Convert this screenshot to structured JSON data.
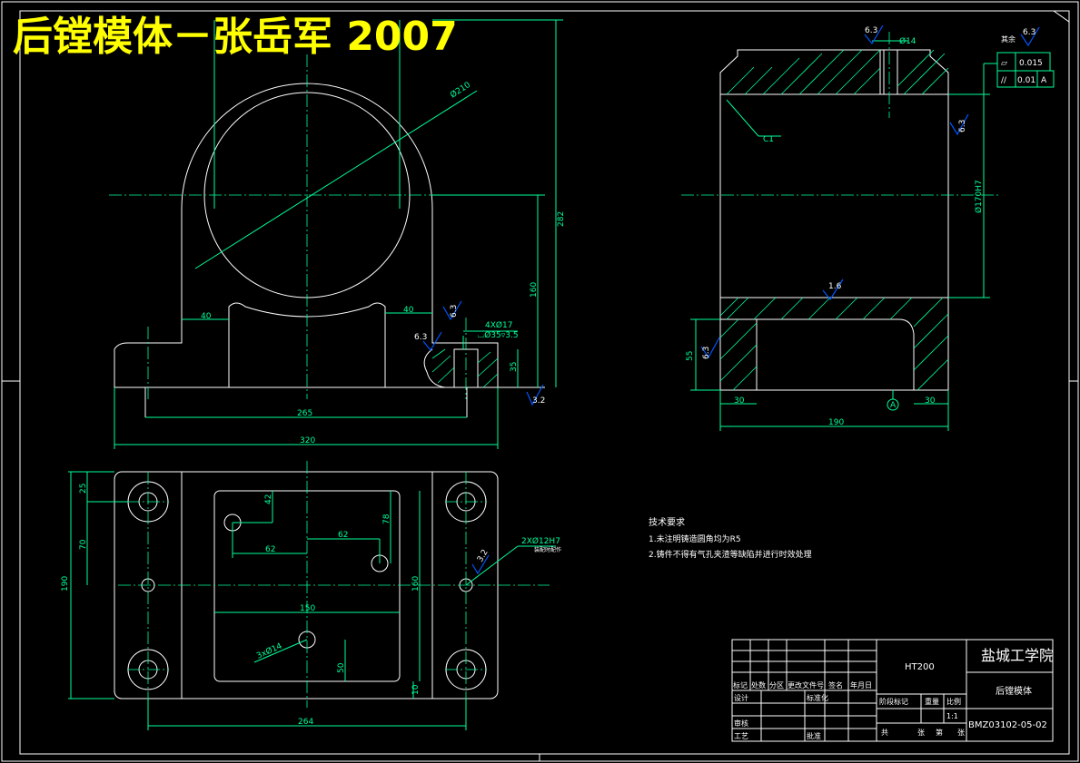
{
  "header": {
    "title": "后镗模体－张岳军 2007"
  },
  "front_view": {
    "dims": {
      "d210": "Ø210",
      "h282": "282",
      "h160": "160",
      "w40a": "40",
      "w40b": "40",
      "w265": "265",
      "w320": "320",
      "h35": "35",
      "hole": "4XØ17",
      "cbore": "⌴Ø35▿3.5"
    },
    "roughness": {
      "r63a": "6.3",
      "r63b": "6.3",
      "r32": "3.2"
    }
  },
  "side_view": {
    "dims": {
      "d14": "Ø14",
      "c1": "C1",
      "d170": "Ø170H7",
      "h55": "55",
      "w30a": "30",
      "w30b": "30",
      "w190": "190",
      "datum": "A"
    },
    "roughness": {
      "r63a": "6.3",
      "r63b": "6.3",
      "r63c": "6.3",
      "r16": "1.6",
      "rest_label": "其余",
      "r63d": "6.3"
    },
    "tolerance": {
      "flatness": "0.015",
      "parallel": "0.01",
      "datum_ref": "A"
    }
  },
  "plan_view": {
    "dims": {
      "h25": "25",
      "h70": "70",
      "h190": "190",
      "h42": "42",
      "w62a": "62",
      "w62b": "62",
      "h78": "78",
      "h160": "160",
      "w150": "150",
      "h50": "50",
      "h10": "10",
      "w264": "264",
      "holes3": "3xØ14",
      "holes2": "2XØ12H7",
      "holes2_note": "装配时配作",
      "r32": "3.2"
    }
  },
  "notes": {
    "heading": "技术要求",
    "items": [
      "1.未注明铸造圆角均为R5",
      "2.铸件不得有气孔夹渣等缺陷并进行时效处理"
    ]
  },
  "title_block": {
    "material": "HT200",
    "school": "盐城工学院",
    "part_name": "后镗模体",
    "drawing_no": "BMZ03102-05-02",
    "row_labels": [
      "标记",
      "处数",
      "分区",
      "更改文件号",
      "签名",
      "年月日"
    ],
    "design": "设计",
    "standard": "标准化",
    "review": "审核",
    "process": "工艺",
    "approve": "批准",
    "stage": "阶段标记",
    "weight": "重量",
    "scale": "比例",
    "scale_val": "1:1",
    "sheets_total": "共",
    "sheet_unit": "张",
    "sheet_no": "第",
    "sheet_unit2": "张"
  }
}
